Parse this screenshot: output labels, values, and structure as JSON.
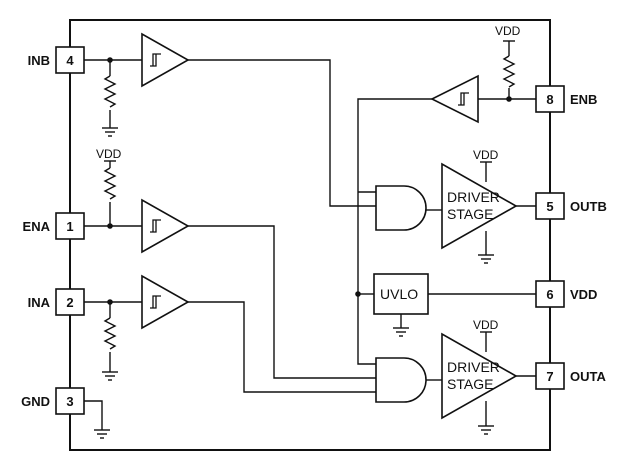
{
  "pins": {
    "inb": {
      "num": "4",
      "label": "INB"
    },
    "ena": {
      "num": "1",
      "label": "ENA"
    },
    "ina": {
      "num": "2",
      "label": "INA"
    },
    "gnd": {
      "num": "3",
      "label": "GND"
    },
    "enb": {
      "num": "8",
      "label": "ENB"
    },
    "outb": {
      "num": "5",
      "label": "OUTB"
    },
    "vdd": {
      "num": "6",
      "label": "VDD"
    },
    "outa": {
      "num": "7",
      "label": "OUTA"
    }
  },
  "labels": {
    "vdd": "VDD",
    "uvlo": "UVLO",
    "driver_line1": "DRIVER",
    "driver_line2": "STAGE"
  }
}
